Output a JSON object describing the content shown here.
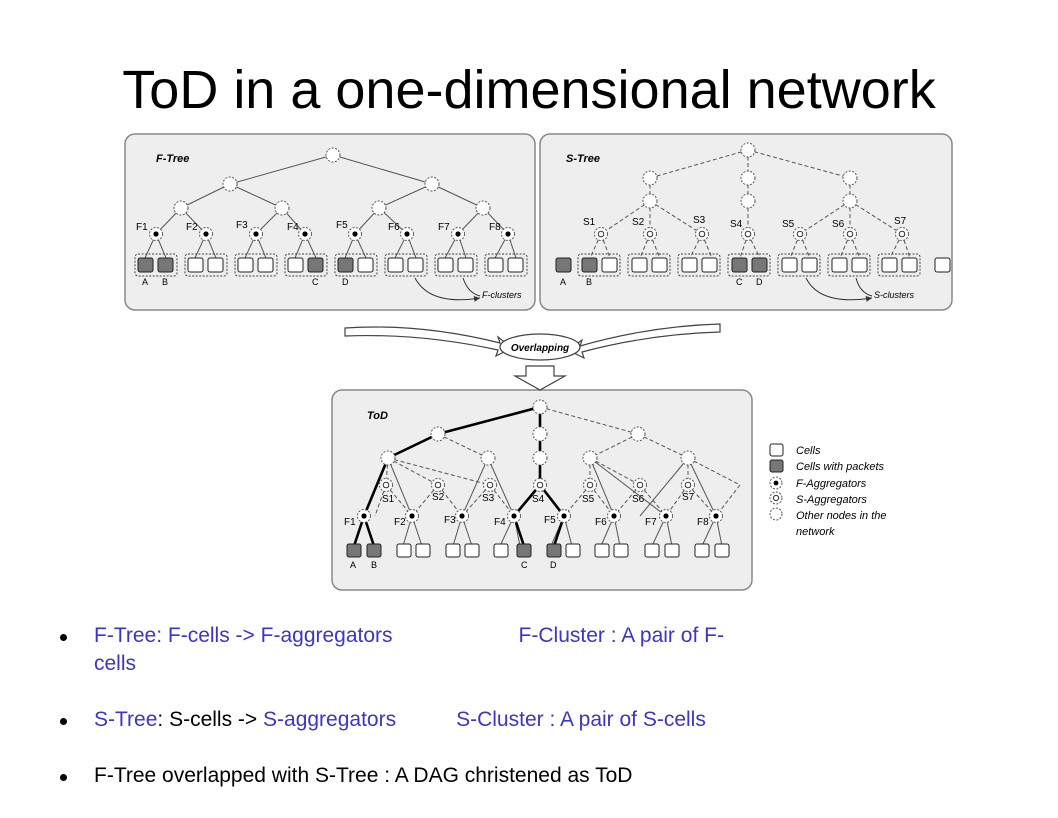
{
  "title": "ToD in a one-dimensional network",
  "colors": {
    "accent": "#3a36c8",
    "packet_cell": "#777777",
    "panel_bg": "#eeeeee"
  },
  "figure": {
    "ftree": {
      "panel_label": "F-Tree",
      "aggregators": [
        "F1",
        "F2",
        "F3",
        "F4",
        "F5",
        "F6",
        "F7",
        "F8"
      ],
      "cell_labels": [
        "A",
        "B",
        "C",
        "D"
      ],
      "clusters_label": "F-clusters"
    },
    "stree": {
      "panel_label": "S-Tree",
      "aggregators": [
        "S1",
        "S2",
        "S3",
        "S4",
        "S5",
        "S6",
        "S7"
      ],
      "cell_labels": [
        "A",
        "B",
        "C",
        "D"
      ],
      "clusters_label": "S-clusters"
    },
    "overlap_label": "Overlapping",
    "tod": {
      "panel_label": "ToD",
      "f_aggregators": [
        "F1",
        "F2",
        "F3",
        "F4",
        "F5",
        "F6",
        "F7",
        "F8"
      ],
      "s_aggregators": [
        "S1",
        "S2",
        "S3",
        "S4",
        "S5",
        "S6",
        "S7"
      ],
      "cell_labels": [
        "A",
        "B",
        "C",
        "D"
      ]
    },
    "legend": [
      {
        "icon": "empty-cell-icon",
        "label": "Cells"
      },
      {
        "icon": "packet-cell-icon",
        "label": "Cells with packets"
      },
      {
        "icon": "f-aggregator-icon",
        "label": "F-Aggregators"
      },
      {
        "icon": "s-aggregator-icon",
        "label": "S-Aggregators"
      },
      {
        "icon": "other-node-icon",
        "label": "Other nodes in the"
      },
      {
        "icon": "",
        "label": "network"
      }
    ]
  },
  "bullets": [
    {
      "p1": "F-Tree: F-cells -> F-aggregators",
      "p2": "F-Cluster : A pair of F-",
      "p3": "cells"
    },
    {
      "p1": "S-Tree",
      "p2": ": S-cells -> ",
      "p3": "S-aggregators",
      "p4": "S-Cluster : A pair of S-cells"
    },
    {
      "p1": "F-Tree overlapped with S-Tree : A DAG christened as ToD"
    }
  ]
}
